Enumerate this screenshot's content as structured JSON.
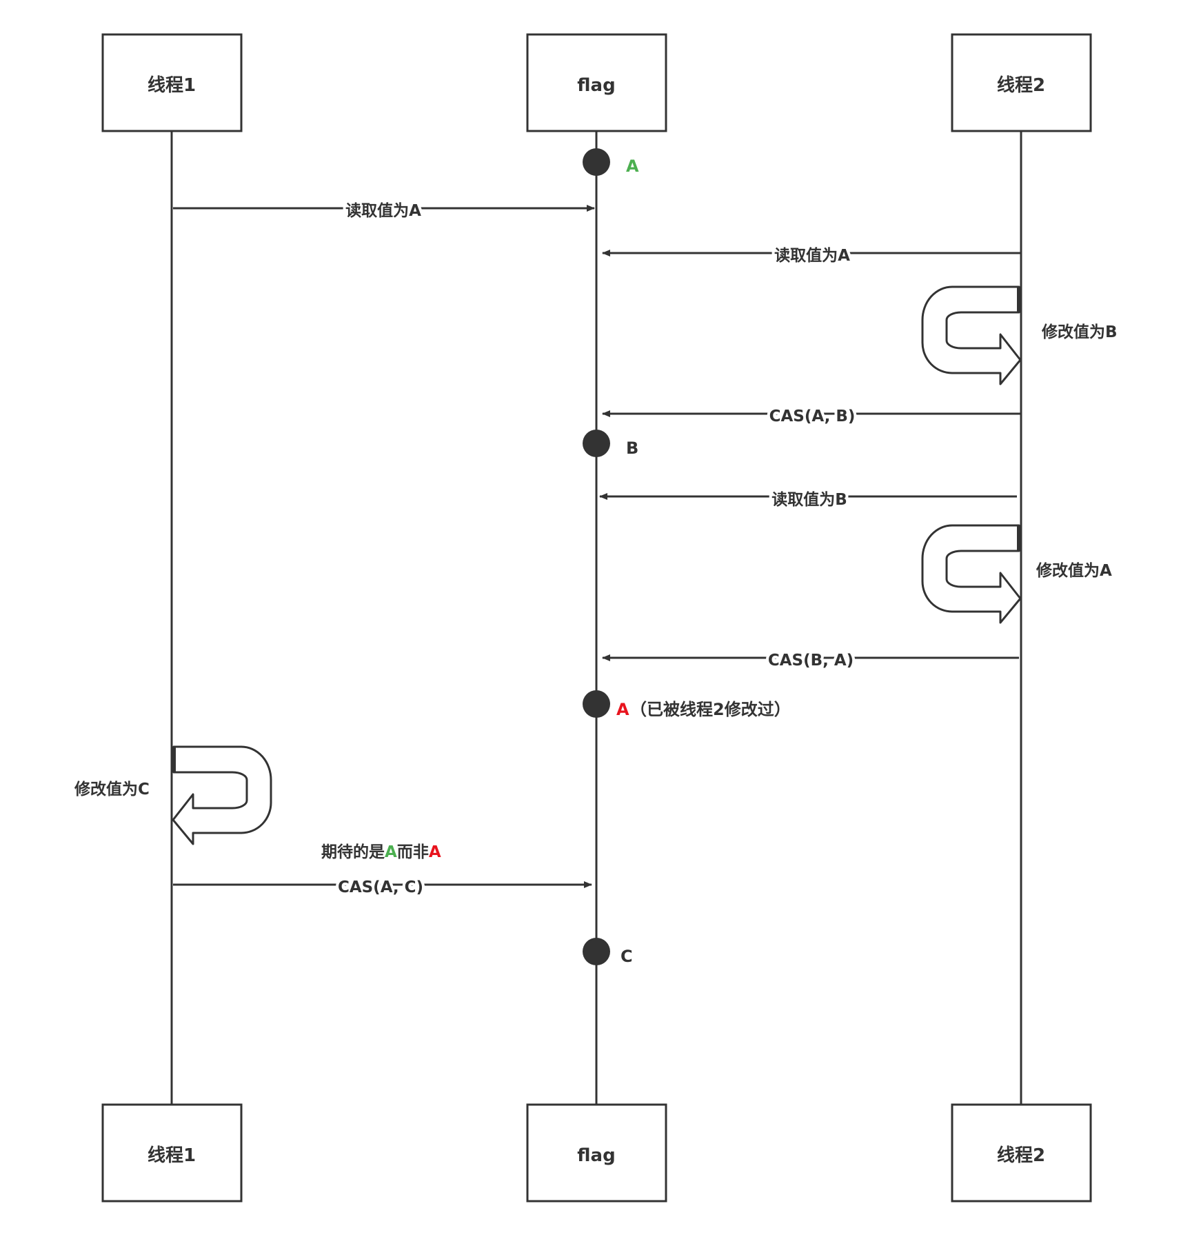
{
  "participants": {
    "thread1": "线程1",
    "flag": "flag",
    "thread2": "线程2"
  },
  "states": {
    "initial": "A",
    "after_t2_cas": "B",
    "after_t2_revert": "A",
    "after_t2_revert_note": "（已被线程2修改过）",
    "final": "C"
  },
  "messages": {
    "t1_read": "读取值为A",
    "t2_read_1": "读取值为A",
    "t2_modify_b": "修改值为B",
    "t2_cas_ab": "CAS(A, B)",
    "t2_read_2": "读取值为B",
    "t2_modify_a": "修改值为A",
    "t2_cas_ba": "CAS(B, A)",
    "t1_modify_c": "修改值为C",
    "t1_cas_ac": "CAS(A, C)"
  },
  "note": {
    "part1": "期待的是",
    "part2": "A",
    "part3": "而非",
    "part4": "A"
  },
  "colors": {
    "line": "#333333",
    "green": "#4caf50",
    "red": "#e8141e",
    "text": "#333333"
  }
}
